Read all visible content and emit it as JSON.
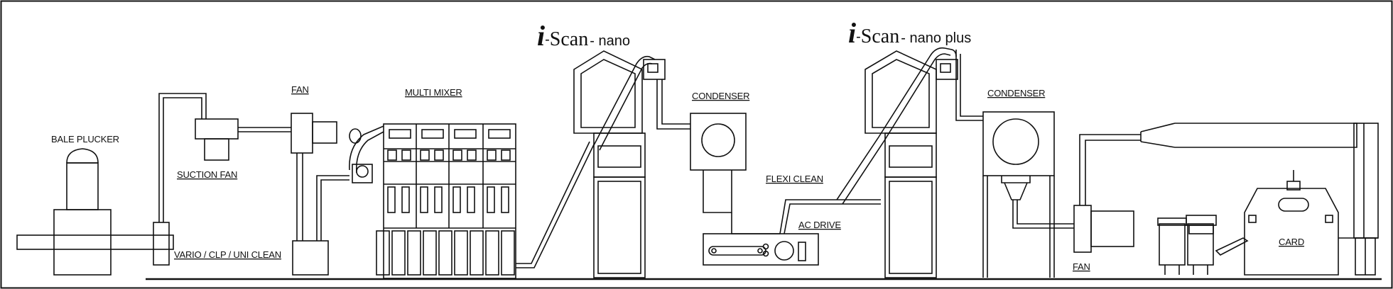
{
  "colors": {
    "line": "#111111",
    "background": "#ffffff"
  },
  "labels": {
    "bale_plucker": "BALE PLUCKER",
    "suction_fan": "SUCTION FAN",
    "fan_1": "FAN",
    "vario": "VARIO / CLP / UNI CLEAN",
    "multi_mixer": "MULTI MIXER",
    "condenser_1": "CONDENSER",
    "flexi_clean": "FLEXI CLEAN",
    "ac_drive": "AC DRIVE",
    "condenser_2": "CONDENSER",
    "fan_2": "FAN",
    "card": "CARD"
  },
  "brands": [
    {
      "i": "i",
      "dash": "-",
      "scan": "Scan",
      "suffix": "- nano"
    },
    {
      "i": "i",
      "dash": "-",
      "scan": "Scan",
      "suffix": "- nano plus"
    }
  ]
}
